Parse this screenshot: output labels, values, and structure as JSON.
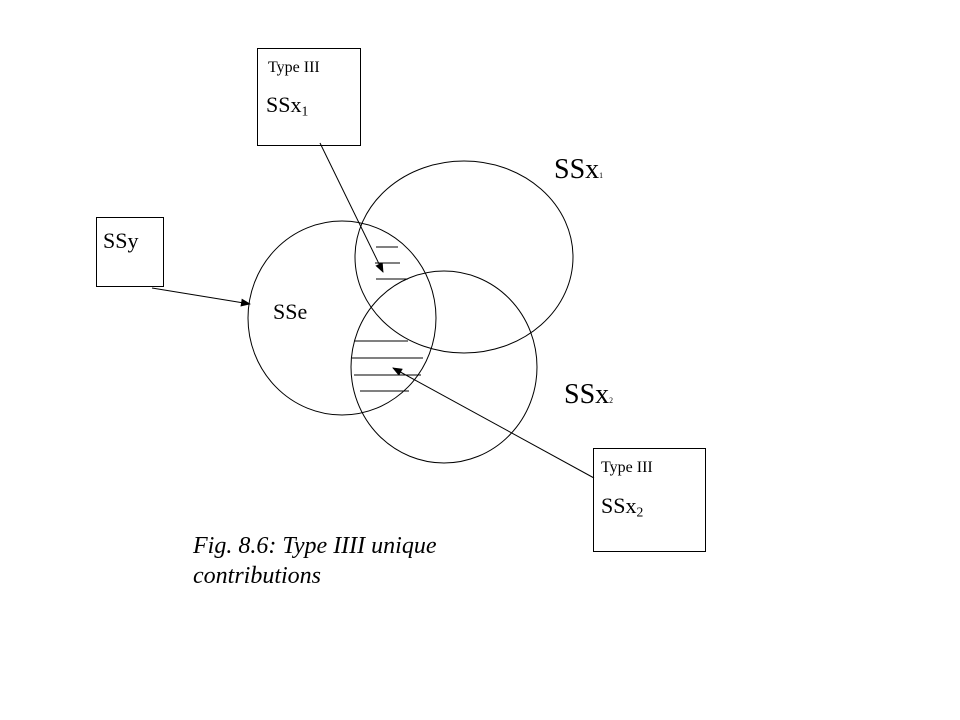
{
  "diagram": {
    "box_top": {
      "line1": "Type III",
      "main": "SSx",
      "sub": "1"
    },
    "box_bottom": {
      "line1": "Type III",
      "main": "SSx",
      "sub": "2"
    },
    "box_left": {
      "label": "SSy"
    },
    "circle_x1": {
      "main": "SSx",
      "sub": "1"
    },
    "circle_x2": {
      "main": "SSx",
      "sub": "2"
    },
    "circle_e": {
      "label": "SSe"
    },
    "caption": {
      "line1": "Fig. 8.6: Type IIII unique",
      "line2": "contributions"
    }
  }
}
